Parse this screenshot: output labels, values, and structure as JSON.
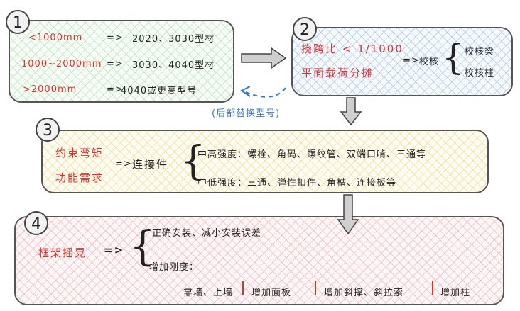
{
  "step1": {
    "number": "1",
    "rows": [
      {
        "range": "<1000mm",
        "arrow": "=>",
        "result": "2020、3030型材"
      },
      {
        "range": "1000~2000mm",
        "arrow": "=>",
        "result": "3030、4040型材"
      },
      {
        "range": ">2000mm",
        "arrow": "=>",
        "result": "4040或更高型号"
      }
    ],
    "feedback_note": "(后部替换型号)"
  },
  "step2": {
    "number": "2",
    "condition1": "挠跨比 < 1/1000",
    "condition2": "平面载荷分摊",
    "arrow": "=>",
    "action": "校核",
    "items": [
      "校核梁",
      "校核柱"
    ]
  },
  "step3": {
    "number": "3",
    "req1": "约束弯矩",
    "req2": "功能需求",
    "arrow": "=>",
    "target": "连接件",
    "items": [
      "中高强度：螺栓、角码、螺纹管、双端口啃、三通等",
      "中低强度：三通、弹性扣件、角槽、连接板等"
    ]
  },
  "step4": {
    "number": "4",
    "problem": "框架摇晃",
    "arrow": "=>",
    "items": [
      "正确安装、减小安装误差",
      "增加刚度："
    ],
    "measures": [
      "靠墙、上墙",
      "增加面板",
      "增加斜撑、斜拉索",
      "增加柱"
    ]
  },
  "colors": {
    "green": "#7cc77c",
    "blue": "#6ea0dc",
    "yellow": "#e6c85a",
    "pink": "#e6828c",
    "red_text": "#d93434",
    "blue_text": "#3a78c4"
  }
}
